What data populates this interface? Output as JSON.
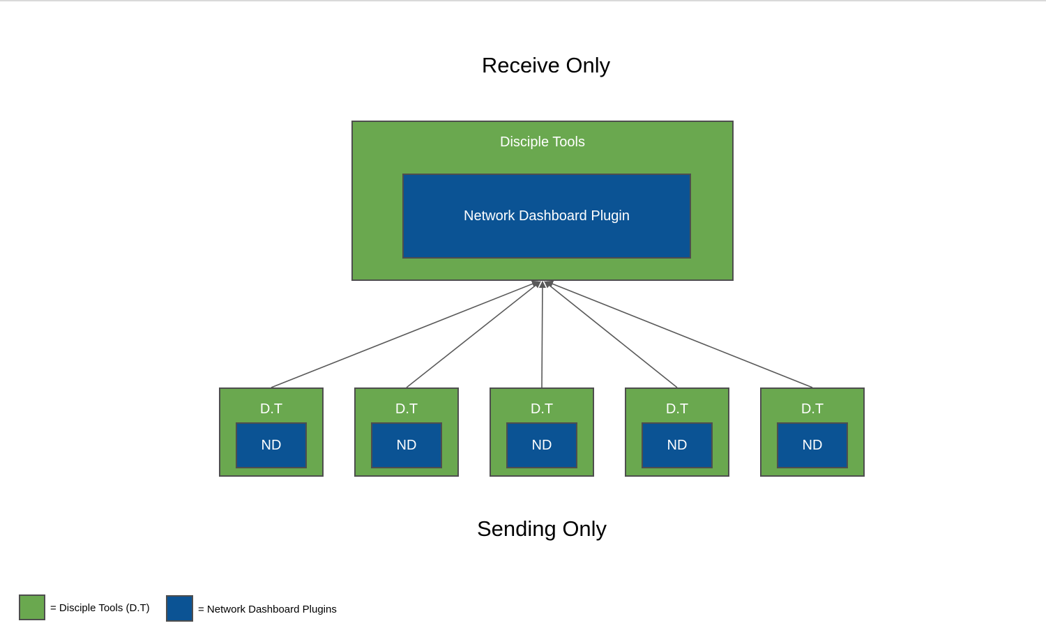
{
  "diagram": {
    "top_title": "Receive Only",
    "bottom_title": "Sending Only",
    "receiver": {
      "outer_label": "Disciple Tools",
      "inner_label": "Network Dashboard Plugin"
    },
    "senders": [
      {
        "outer_label": "D.T",
        "inner_label": "ND"
      },
      {
        "outer_label": "D.T",
        "inner_label": "ND"
      },
      {
        "outer_label": "D.T",
        "inner_label": "ND"
      },
      {
        "outer_label": "D.T",
        "inner_label": "ND"
      },
      {
        "outer_label": "D.T",
        "inner_label": "ND"
      }
    ],
    "colors": {
      "disciple_tools": "#6aa84f",
      "network_dashboard": "#0b5394",
      "border": "#4e4e4e",
      "arrow": "#595959"
    }
  },
  "legend": {
    "items": [
      {
        "label": "= Disciple Tools (D.T)",
        "color": "#6aa84f"
      },
      {
        "label": "= Network Dashboard Plugins",
        "color": "#0b5394"
      }
    ]
  }
}
